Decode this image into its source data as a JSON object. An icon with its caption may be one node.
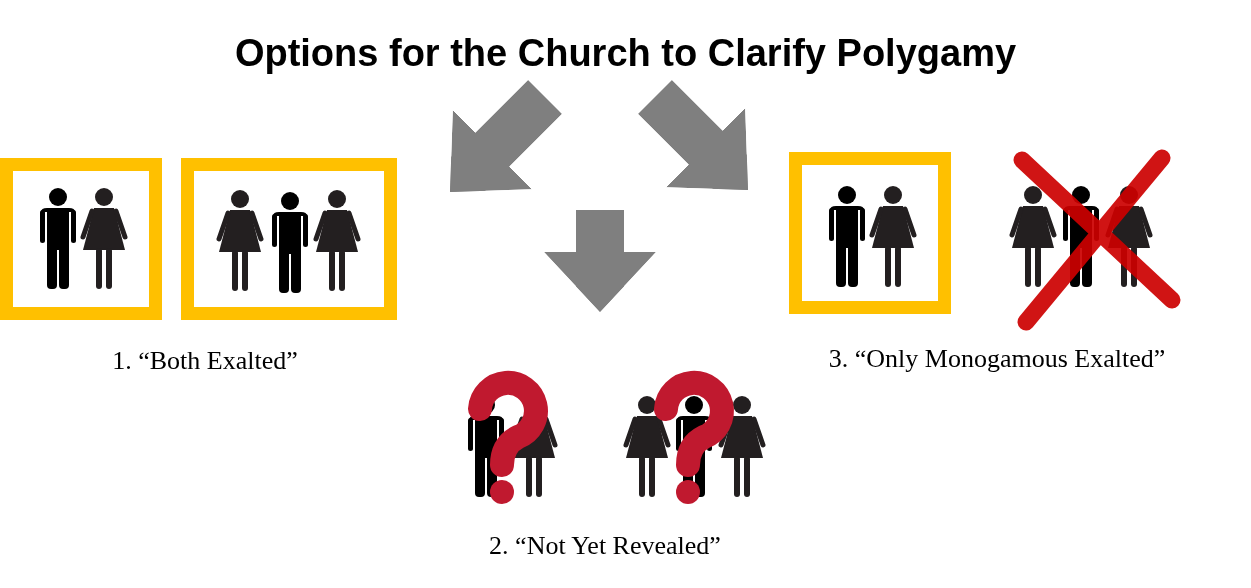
{
  "diagram": {
    "title": "Options for the Church to Clarify Polygamy",
    "nodes": [
      {
        "text": [
          "1. “Both Exalted”"
        ]
      },
      {
        "text": [
          "2. “Not Yet Revealed”"
        ]
      },
      {
        "text": [
          "3. “Only Monogamous Exalted”"
        ]
      }
    ],
    "edges": [
      {
        "from": null,
        "to": 0,
        "arrow": "to"
      },
      {
        "from": null,
        "to": 1,
        "arrow": "to"
      },
      {
        "from": null,
        "to": 2,
        "arrow": "to"
      }
    ]
  }
}
